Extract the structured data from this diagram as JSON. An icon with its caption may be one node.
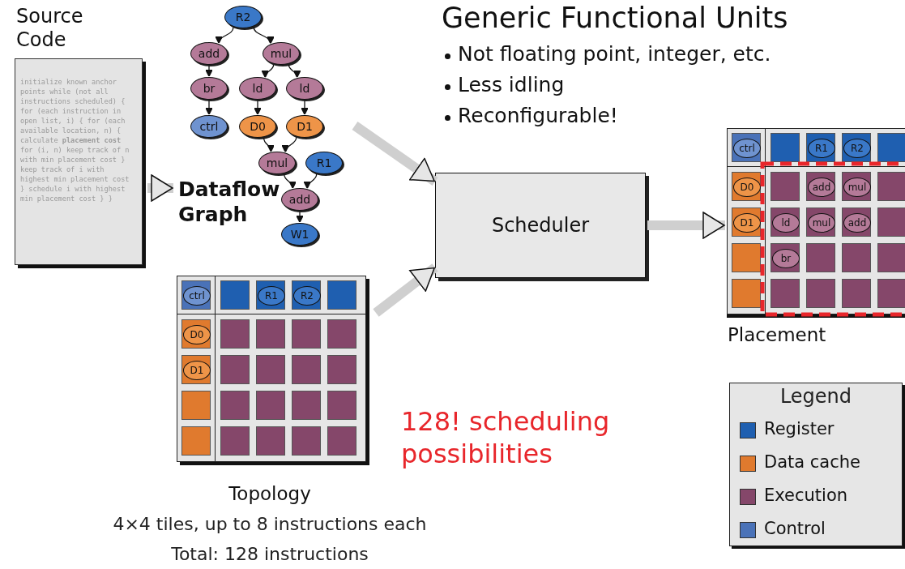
{
  "diagram": {
    "title": "Generic Functional Units",
    "nodes": [
      {
        "text": [
          "Source Code",
          "initialize known anchor points while (not all instructions scheduled) { for (each instruction in open list, i) { for (each available location, n) { calculate **placement cost** for (i, n) keep track of n with min placement cost } keep track of i with highest min placement cost } schedule i with highest min placement cost } }"
        ]
      },
      {
        "text": [
          "Dataflow Graph"
        ]
      },
      {
        "text": [
          "R2"
        ],
        "in": 1
      },
      {
        "text": [
          "add"
        ],
        "in": 1
      },
      {
        "text": [
          "mul"
        ],
        "in": 1
      },
      {
        "text": [
          "br"
        ],
        "in": 1
      },
      {
        "text": [
          "ld"
        ],
        "in": 1
      },
      {
        "text": [
          "ld"
        ],
        "in": 1
      },
      {
        "text": [
          "ctrl"
        ],
        "in": 1
      },
      {
        "text": [
          "D0"
        ],
        "in": 1
      },
      {
        "text": [
          "D1"
        ],
        "in": 1
      },
      {
        "text": [
          "mul"
        ],
        "in": 1
      },
      {
        "text": [
          "R1"
        ],
        "in": 1
      },
      {
        "text": [
          "add"
        ],
        "in": 1
      },
      {
        "text": [
          "W1"
        ],
        "in": 1
      },
      {
        "text": [
          "Topology"
        ],
        "beside": [
          "4×4 tiles, up to 8 instructions each",
          "Total: 128 instructions"
        ]
      },
      {
        "text": [
          "ctrl"
        ],
        "in": 15
      },
      {
        "text": [],
        "shape": "box",
        "in": 15
      },
      {
        "text": [
          "R1"
        ],
        "in": 15
      },
      {
        "text": [
          "R2"
        ],
        "in": 15
      },
      {
        "text": [],
        "shape": "box",
        "in": 15
      },
      {
        "text": [
          "D0"
        ],
        "in": 15
      },
      {
        "text": [],
        "shape": "box",
        "in": 15
      },
      {
        "text": [],
        "shape": "box",
        "in": 15
      },
      {
        "text": [],
        "shape": "box",
        "in": 15
      },
      {
        "text": [],
        "shape": "box",
        "in": 15
      },
      {
        "text": [
          "D1"
        ],
        "in": 15
      },
      {
        "text": [],
        "shape": "box",
        "in": 15
      },
      {
        "text": [],
        "shape": "box",
        "in": 15
      },
      {
        "text": [],
        "shape": "box",
        "in": 15
      },
      {
        "text": [],
        "shape": "box",
        "in": 15
      },
      {
        "text": [],
        "shape": "box",
        "in": 15
      },
      {
        "text": [],
        "shape": "box",
        "in": 15
      },
      {
        "text": [],
        "shape": "box",
        "in": 15
      },
      {
        "text": [],
        "shape": "box",
        "in": 15
      },
      {
        "text": [],
        "shape": "box",
        "in": 15
      },
      {
        "text": [],
        "shape": "box",
        "in": 15
      },
      {
        "text": [],
        "shape": "box",
        "in": 15
      },
      {
        "text": [],
        "shape": "box",
        "in": 15
      },
      {
        "text": [],
        "shape": "box",
        "in": 15
      },
      {
        "text": [],
        "shape": "box",
        "in": 15
      },
      {
        "text": [
          "Scheduler"
        ]
      },
      {
        "text": [
          "Placement"
        ]
      },
      {
        "text": [
          "ctrl"
        ],
        "in": 42
      },
      {
        "text": [],
        "shape": "box",
        "in": 42
      },
      {
        "text": [
          "R1"
        ],
        "in": 42
      },
      {
        "text": [
          "R2"
        ],
        "in": 42
      },
      {
        "text": [],
        "shape": "box",
        "in": 42
      },
      {
        "text": [
          "D0"
        ],
        "in": 42
      },
      {
        "text": [],
        "shape": "box",
        "in": 42
      },
      {
        "text": [
          "add"
        ],
        "in": 42
      },
      {
        "text": [
          "mul"
        ],
        "in": 42
      },
      {
        "text": [],
        "shape": "box",
        "in": 42
      },
      {
        "text": [
          "D1"
        ],
        "in": 42
      },
      {
        "text": [
          "ld"
        ],
        "in": 42
      },
      {
        "text": [
          "mul"
        ],
        "in": 42
      },
      {
        "text": [
          "add"
        ],
        "in": 42
      },
      {
        "text": [],
        "shape": "box",
        "in": 42
      },
      {
        "text": [],
        "shape": "box",
        "in": 42
      },
      {
        "text": [
          "br"
        ],
        "in": 42
      },
      {
        "text": [],
        "shape": "box",
        "in": 42
      },
      {
        "text": [],
        "shape": "box",
        "in": 42
      },
      {
        "text": [],
        "shape": "box",
        "in": 42
      },
      {
        "text": [],
        "shape": "box",
        "in": 42
      },
      {
        "text": [],
        "shape": "box",
        "in": 42
      },
      {
        "text": [],
        "shape": "box",
        "in": 42
      },
      {
        "text": [],
        "shape": "box",
        "in": 42
      },
      {
        "text": [],
        "shape": "box",
        "in": 42
      }
    ],
    "edges": [
      {
        "from": 0,
        "to": 1,
        "arrow": "to",
        "style": "thick",
        "color": "#cfcfcf"
      },
      {
        "from": 1,
        "to": 41,
        "arrow": "to",
        "style": "thick",
        "color": "#cfcfcf"
      },
      {
        "from": 15,
        "to": 41,
        "arrow": "to",
        "style": "thick",
        "color": "#cfcfcf"
      },
      {
        "from": 41,
        "to": 42,
        "arrow": "to",
        "style": "thick",
        "color": "#cfcfcf"
      },
      {
        "from": 2,
        "to": 3,
        "arrow": "to"
      },
      {
        "from": 2,
        "to": 4,
        "arrow": "to"
      },
      {
        "from": 3,
        "to": 5,
        "arrow": "to"
      },
      {
        "from": 5,
        "to": 8,
        "arrow": "to"
      },
      {
        "from": 4,
        "to": 6,
        "arrow": "to"
      },
      {
        "from": 4,
        "to": 7,
        "arrow": "to"
      },
      {
        "from": 6,
        "to": 9,
        "arrow": "to"
      },
      {
        "from": 7,
        "to": 10,
        "arrow": "to"
      },
      {
        "from": 9,
        "to": 11,
        "arrow": "to"
      },
      {
        "from": 10,
        "to": 11,
        "arrow": "to"
      },
      {
        "from": 11,
        "to": 13,
        "arrow": "to"
      },
      {
        "from": 12,
        "to": 13,
        "arrow": "to"
      },
      {
        "from": 13,
        "to": 14,
        "arrow": "to"
      }
    ],
    "labels": [
      "Not floating point, integer, etc.",
      "Less idling",
      "Reconfigurable!",
      "128! scheduling possibilities",
      "Legend"
    ],
    "legend": [
      {
        "text": "Register",
        "color": "#1f5fb0"
      },
      {
        "text": "Data cache",
        "color": "#e07a2e"
      },
      {
        "text": "Execution",
        "color": "#85476a"
      },
      {
        "text": "Control",
        "color": "#4a72b8"
      }
    ]
  }
}
